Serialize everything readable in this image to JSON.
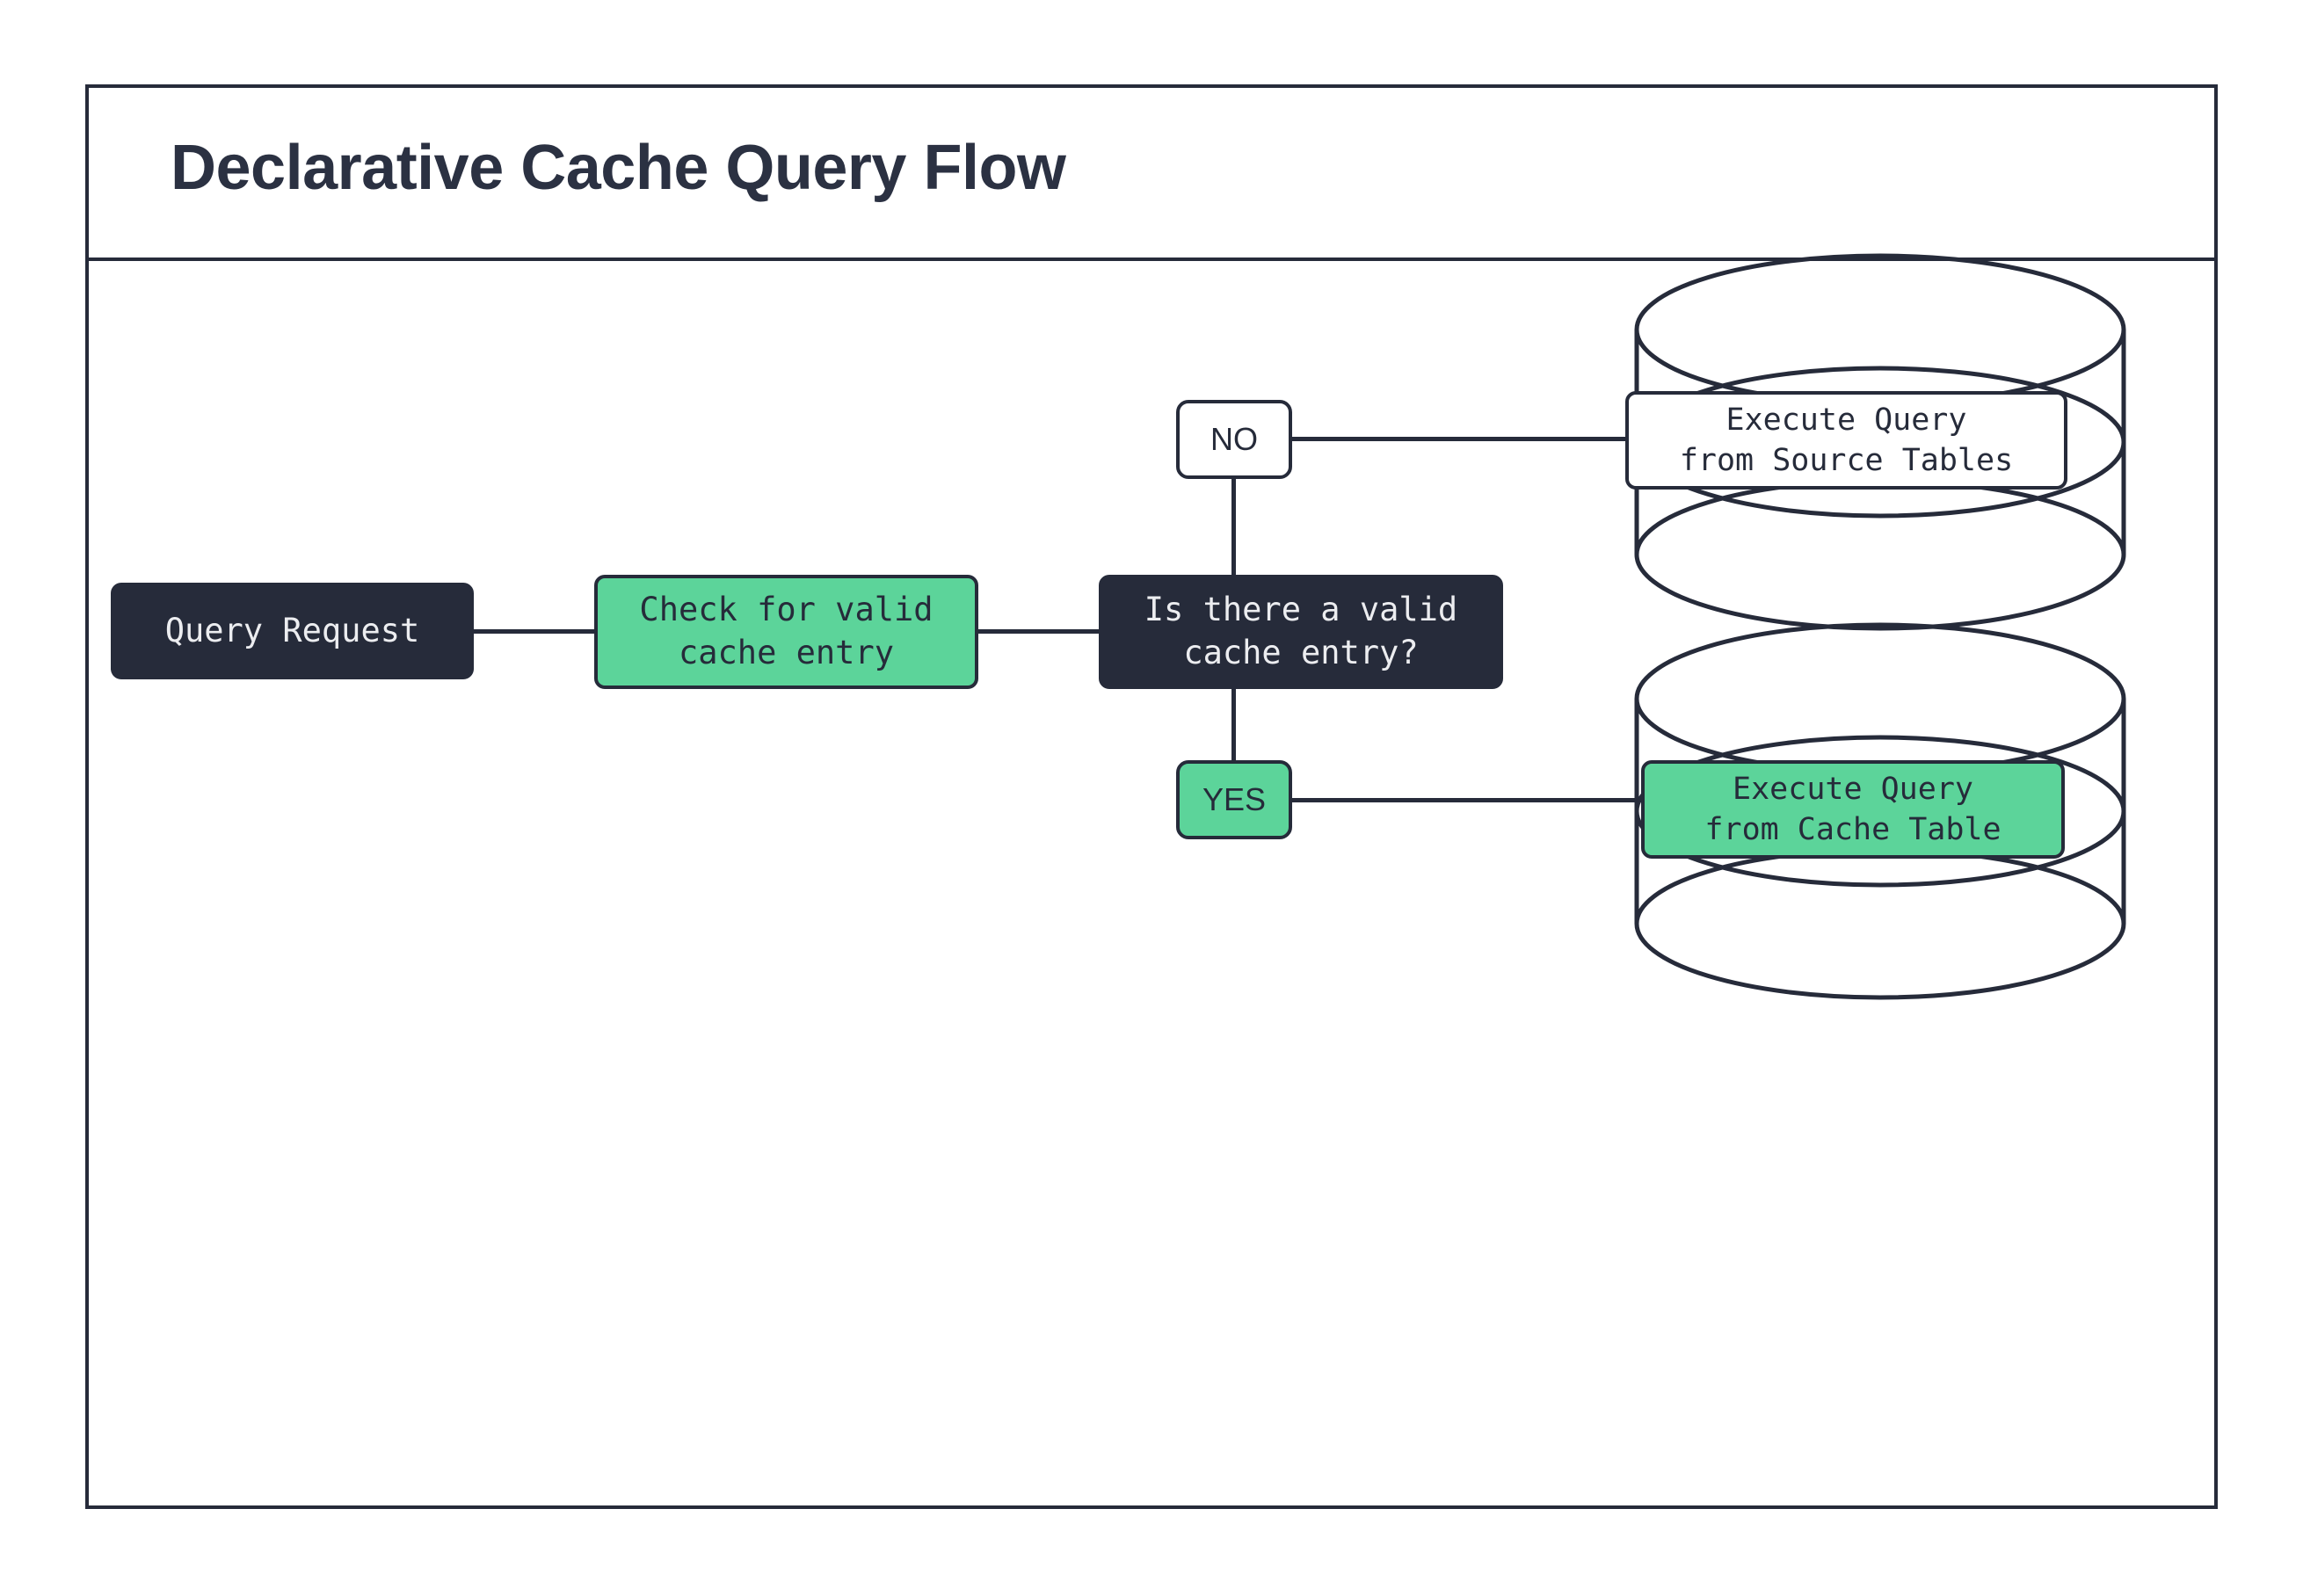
{
  "diagram": {
    "title": "Declarative Cache Query Flow",
    "colors": {
      "dark": "#262b3a",
      "green": "#5cd49a",
      "white": "#ffffff",
      "text_light": "#ecedf0"
    },
    "nodes": [
      {
        "id": "query-request",
        "label": "Query Request",
        "style": "dark"
      },
      {
        "id": "check-cache",
        "label": "Check for valid\ncache entry",
        "style": "green"
      },
      {
        "id": "decision",
        "label": "Is there a valid\ncache entry?",
        "style": "dark"
      },
      {
        "id": "label-no",
        "label": "NO",
        "style": "white"
      },
      {
        "id": "label-yes",
        "label": "YES",
        "style": "green"
      },
      {
        "id": "exec-source",
        "label": "Execute Query\nfrom Source Tables",
        "style": "white"
      },
      {
        "id": "exec-cache",
        "label": "Execute Query\nfrom Cache Table",
        "style": "green"
      }
    ],
    "databases": [
      {
        "id": "db-source-tables",
        "name": "source-tables-database"
      },
      {
        "id": "db-cache-table",
        "name": "cache-table-database"
      }
    ],
    "edges": [
      {
        "from": "query-request",
        "to": "check-cache"
      },
      {
        "from": "check-cache",
        "to": "decision"
      },
      {
        "from": "decision",
        "to": "label-no",
        "branch": "NO"
      },
      {
        "from": "label-no",
        "to": "exec-source"
      },
      {
        "from": "decision",
        "to": "label-yes",
        "branch": "YES"
      },
      {
        "from": "label-yes",
        "to": "exec-cache"
      }
    ]
  }
}
